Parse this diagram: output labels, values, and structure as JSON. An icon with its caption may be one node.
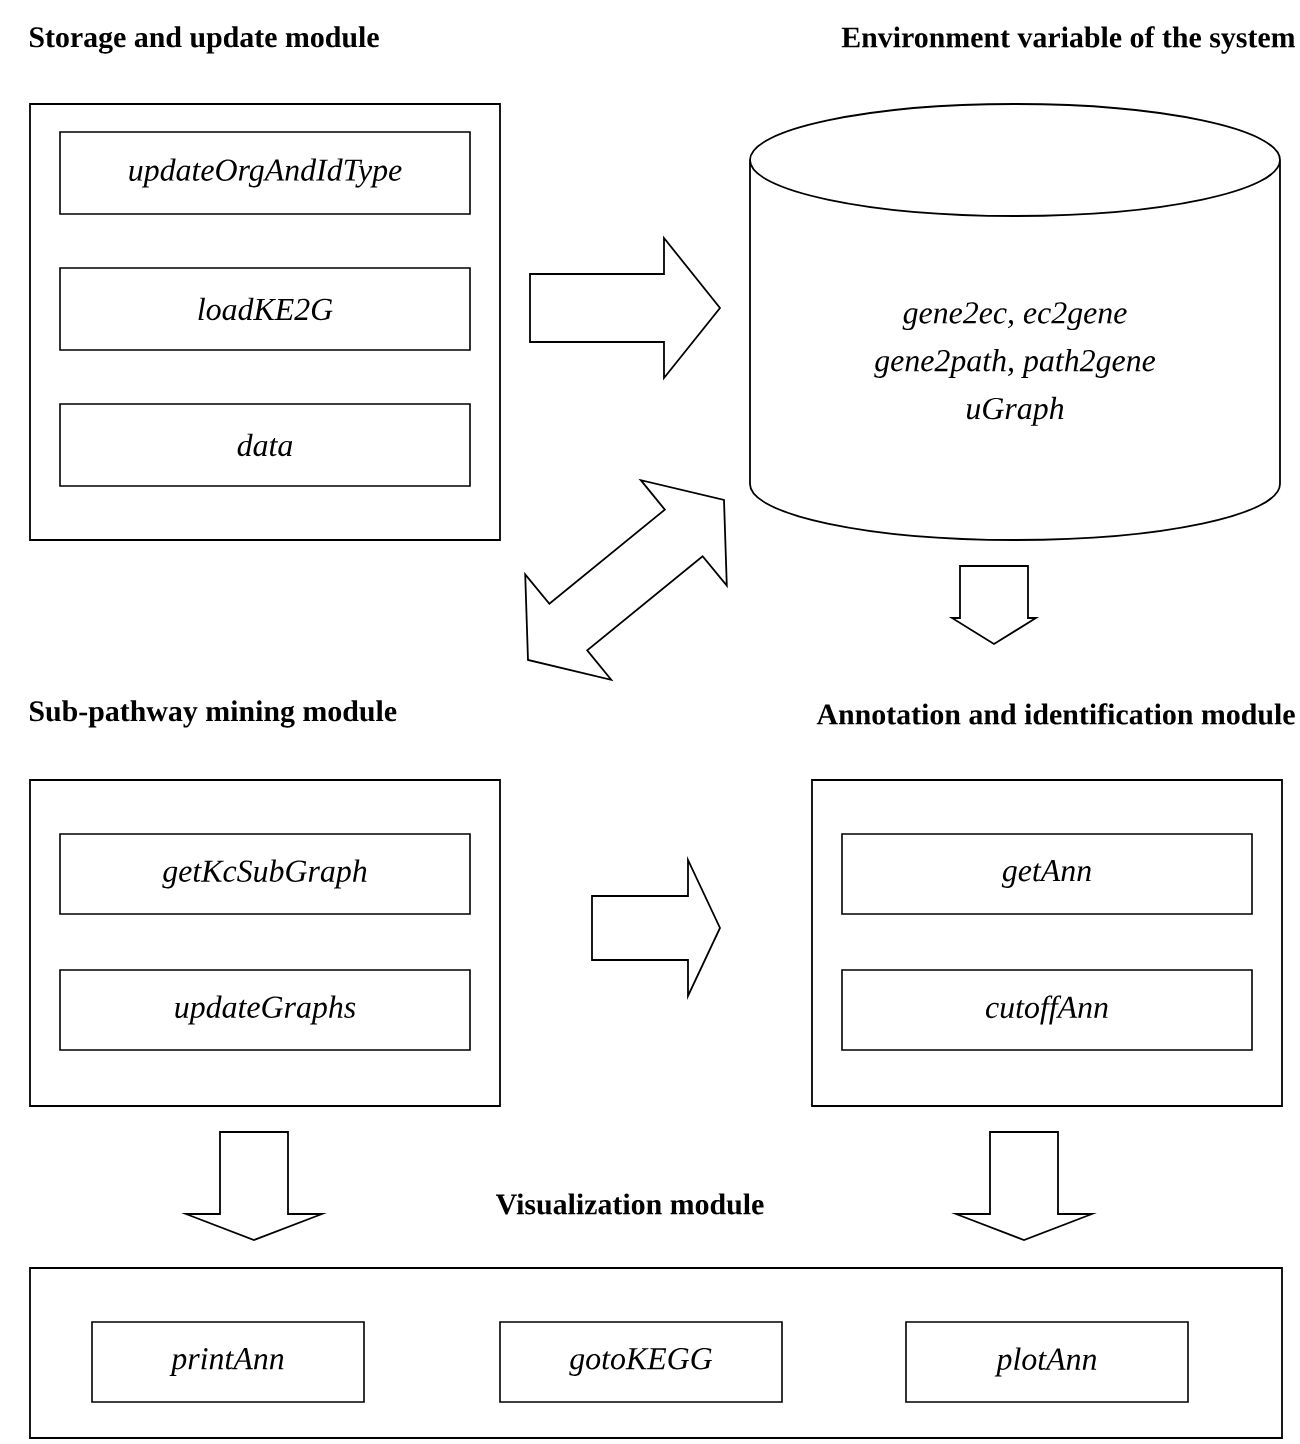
{
  "diagram": {
    "nodes": [
      {
        "text": [
          "Storage and update module"
        ]
      },
      {
        "text": [
          "updateOrgAndIdType"
        ],
        "in": 0
      },
      {
        "text": [
          "loadKE2G"
        ],
        "in": 0
      },
      {
        "text": [
          "data"
        ],
        "in": 0
      },
      {
        "text": [
          "Environment variable of the system",
          "gene2ec, ec2gene",
          "gene2path, path2gene",
          "uGraph"
        ]
      },
      {
        "text": [
          "Sub-pathway mining module"
        ]
      },
      {
        "text": [
          "getKcSubGraph"
        ],
        "in": 5
      },
      {
        "text": [
          "updateGraphs"
        ],
        "in": 5
      },
      {
        "text": [
          "Annotation and identification module"
        ]
      },
      {
        "text": [
          "getAnn"
        ],
        "in": 8
      },
      {
        "text": [
          "cutoffAnn"
        ],
        "in": 8
      },
      {
        "text": [
          "Visualization module"
        ]
      },
      {
        "text": [
          "printAnn"
        ],
        "in": 11
      },
      {
        "text": [
          "gotoKEGG"
        ],
        "in": 11
      },
      {
        "text": [
          "plotAnn"
        ],
        "in": 11
      }
    ],
    "edges": [
      {
        "from": 0,
        "to": 4,
        "arrow": "to"
      },
      {
        "from": 4,
        "to": 5,
        "arrow": "both"
      },
      {
        "from": 4,
        "to": 8,
        "arrow": "to"
      },
      {
        "from": 5,
        "to": 8,
        "arrow": "to"
      },
      {
        "from": 5,
        "to": 11,
        "arrow": "to"
      },
      {
        "from": 8,
        "to": 11,
        "arrow": "to"
      }
    ]
  }
}
